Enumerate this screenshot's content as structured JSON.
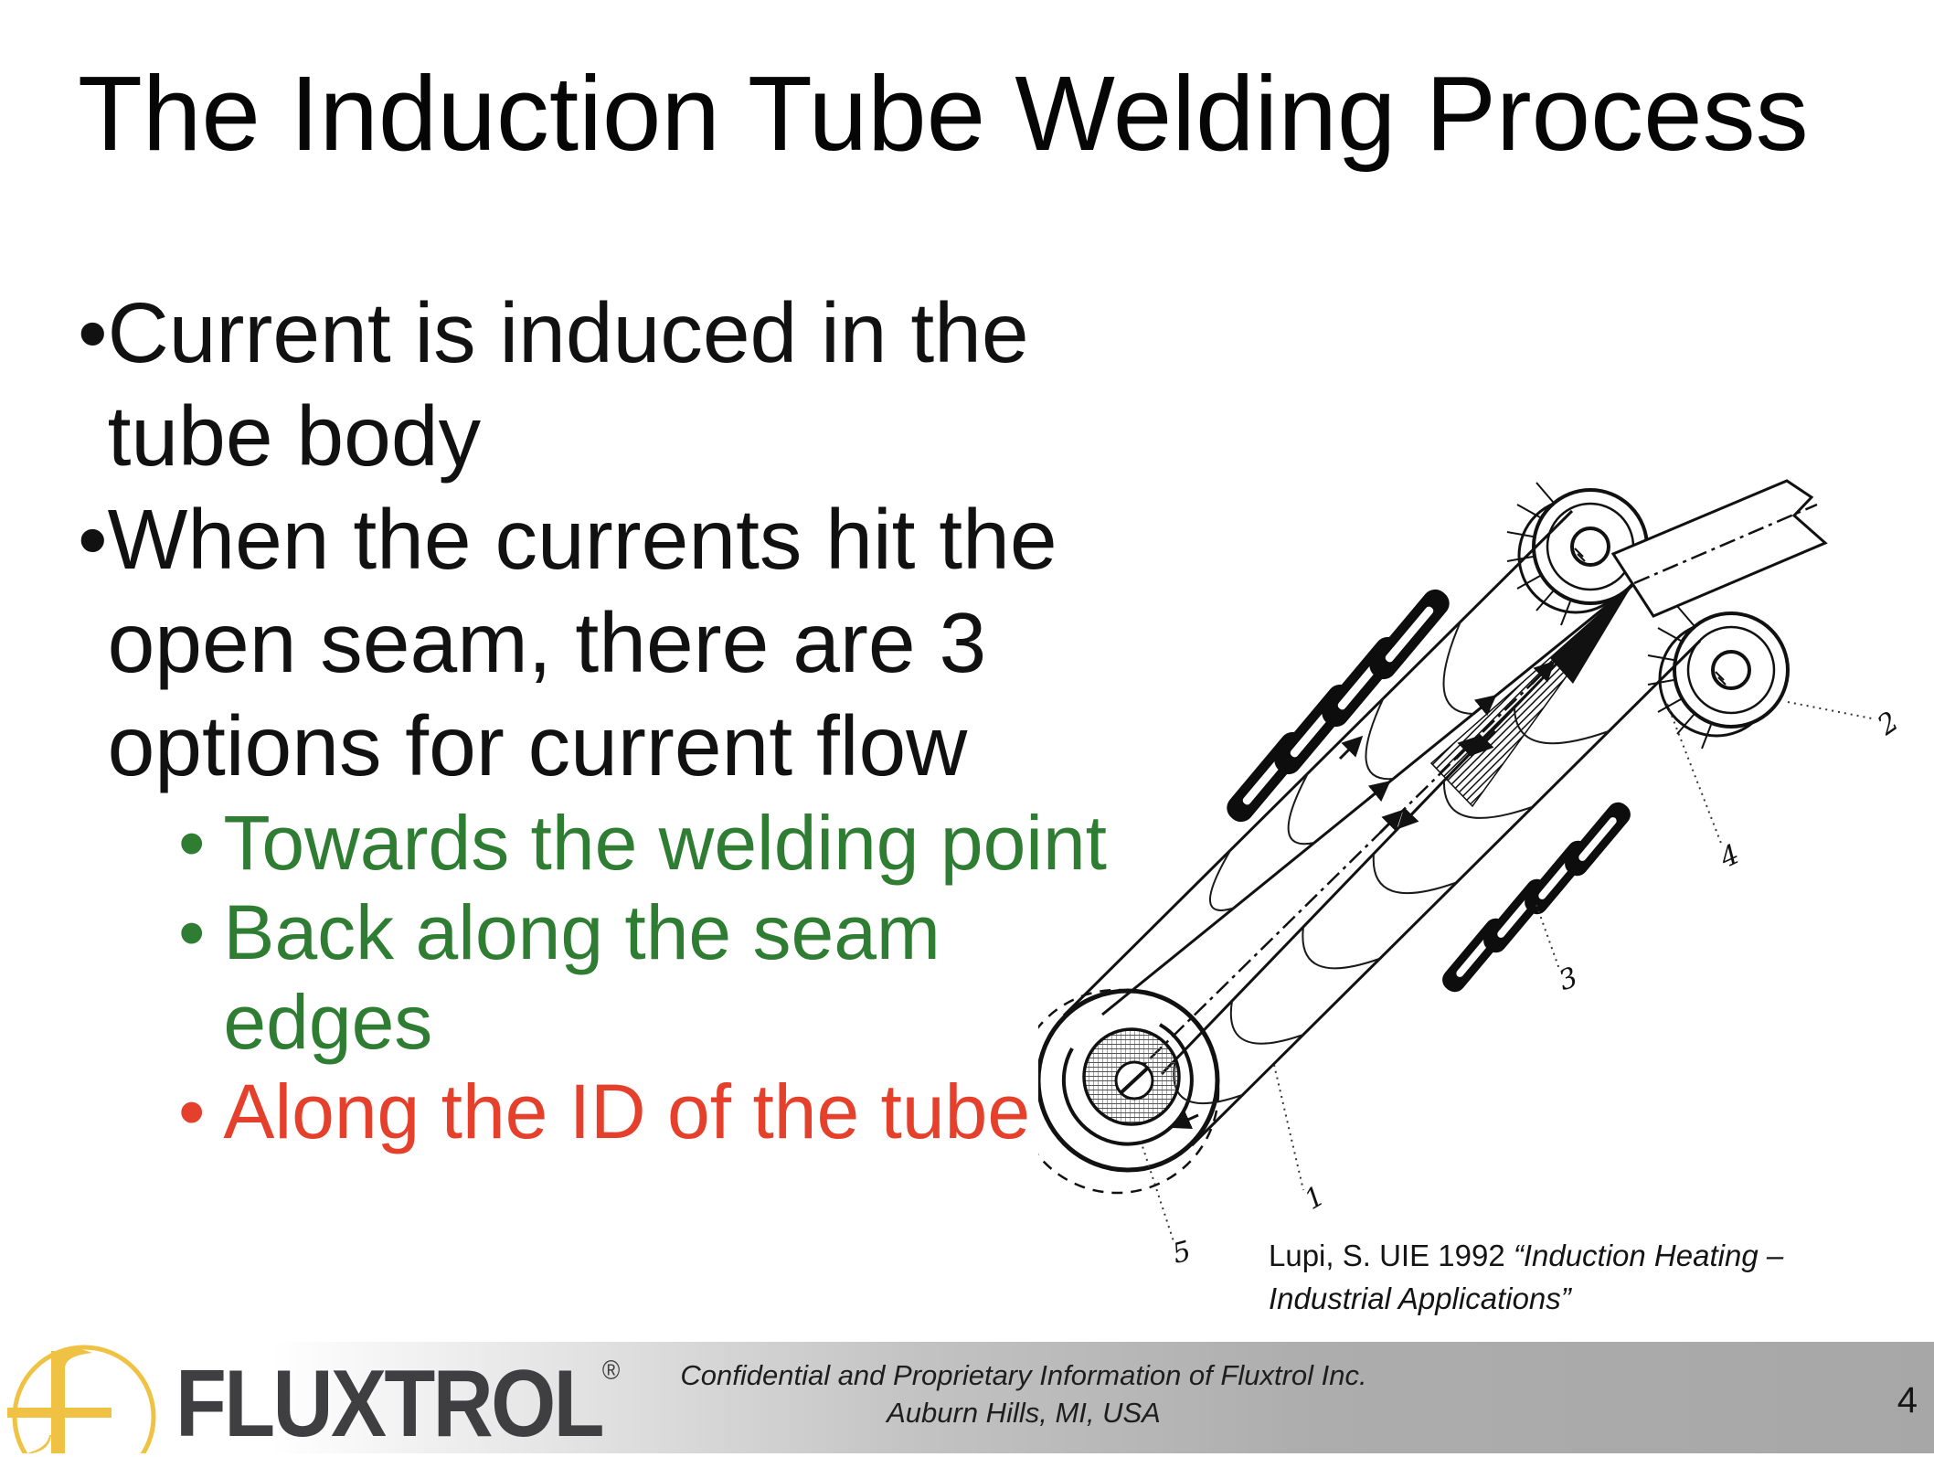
{
  "slide": {
    "title": "The Induction Tube Welding Process",
    "bullet_char": "•",
    "bullets": [
      {
        "level": 1,
        "color": "black",
        "lines": [
          "Current is induced in the",
          "tube body"
        ]
      },
      {
        "level": 1,
        "color": "black",
        "lines": [
          "When the currents hit the",
          "open seam, there are 3",
          "options for current flow"
        ]
      },
      {
        "level": 2,
        "color": "green",
        "lines": [
          "Towards the welding point"
        ]
      },
      {
        "level": 2,
        "color": "green",
        "lines": [
          "Back along the seam",
          "edges"
        ]
      },
      {
        "level": 2,
        "color": "red",
        "lines": [
          "Along the ID of the tube"
        ]
      }
    ]
  },
  "diagram": {
    "description": "etched line drawing of induction tube welding: tube with open seam, induction coil turns, squeeze rolls, impeder, current-flow arrows",
    "labels": {
      "tube": "1",
      "rolls": "2",
      "coil": "3",
      "seam": "4",
      "impeder": "5"
    },
    "caption": {
      "prefix": "Lupi, S. UIE 1992 ",
      "italic_line1": "“Induction Heating –",
      "italic_line2": "Industrial Applications”"
    }
  },
  "footer": {
    "logo_text": "FLUXTROL",
    "registered": "®",
    "confidential_line1": "Confidential and Proprietary Information of Fluxtrol Inc.",
    "confidential_line2": "Auburn Hills, MI, USA",
    "page_number": "4"
  },
  "colors": {
    "text_black": "#111111",
    "bullet_green": "#2F7C33",
    "bullet_red": "#E5402C",
    "logo_gold": "#EFC243",
    "logo_gray": "#3F3F42",
    "footer_gray_right": "#A7A7A7"
  }
}
